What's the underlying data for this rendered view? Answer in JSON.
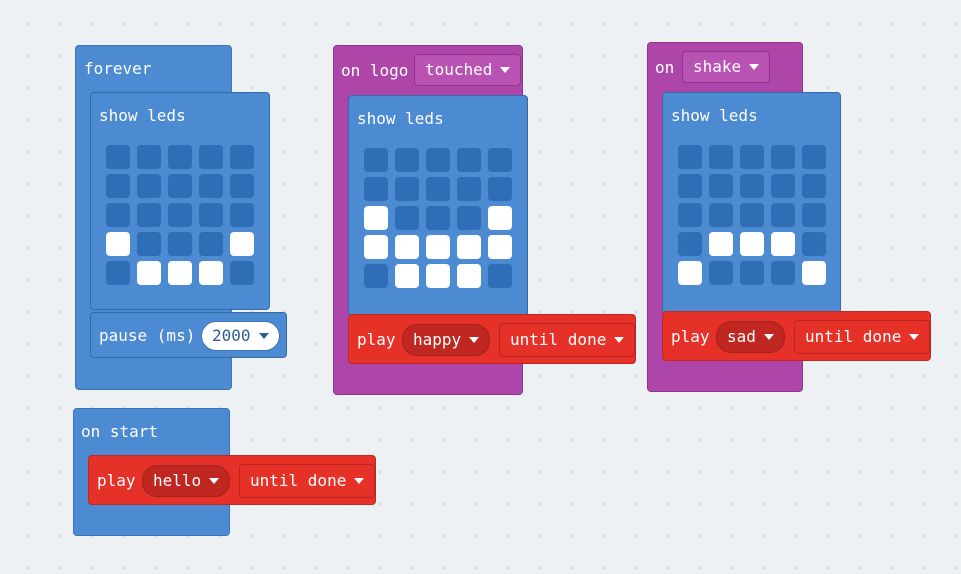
{
  "forever": {
    "label": "forever",
    "show_leds_label": "show leds",
    "leds": [
      [
        0,
        0,
        0,
        0,
        0
      ],
      [
        0,
        0,
        0,
        0,
        0
      ],
      [
        0,
        0,
        0,
        0,
        0
      ],
      [
        1,
        0,
        0,
        0,
        1
      ],
      [
        0,
        1,
        1,
        1,
        0
      ]
    ],
    "pause_label": "pause (ms)",
    "pause_value": "2000"
  },
  "on_logo": {
    "label": "on logo",
    "event_value": "touched",
    "show_leds_label": "show leds",
    "leds": [
      [
        0,
        0,
        0,
        0,
        0
      ],
      [
        0,
        0,
        0,
        0,
        0
      ],
      [
        1,
        0,
        0,
        0,
        1
      ],
      [
        1,
        1,
        1,
        1,
        1
      ],
      [
        0,
        1,
        1,
        1,
        0
      ]
    ],
    "play_label": "play",
    "sound_value": "happy",
    "mode_value": "until done"
  },
  "on_shake": {
    "label": "on",
    "event_value": "shake",
    "show_leds_label": "show leds",
    "leds": [
      [
        0,
        0,
        0,
        0,
        0
      ],
      [
        0,
        0,
        0,
        0,
        0
      ],
      [
        0,
        0,
        0,
        0,
        0
      ],
      [
        0,
        1,
        1,
        1,
        0
      ],
      [
        1,
        0,
        0,
        0,
        1
      ]
    ],
    "play_label": "play",
    "sound_value": "sad",
    "mode_value": "until done"
  },
  "on_start": {
    "label": "on start",
    "play_label": "play",
    "sound_value": "hello",
    "mode_value": "until done"
  },
  "colors": {
    "event_blue": "#4c8ad1",
    "event_purple": "#ad46a8",
    "music_red": "#e63128",
    "led_off": "#2f6db7",
    "led_on": "#ffffff"
  }
}
